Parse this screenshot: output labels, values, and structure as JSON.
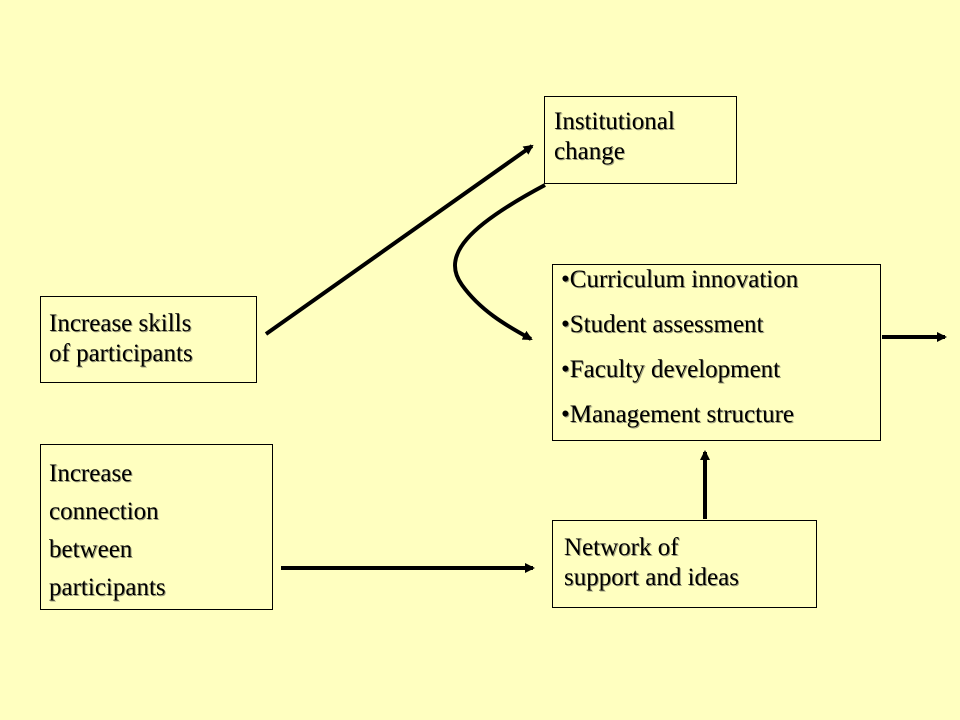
{
  "diagram": {
    "nodes": {
      "skills": {
        "label": "Increase skills\nof participants"
      },
      "connection": {
        "label": "Increase\nconnection\nbetween\nparticipants"
      },
      "institutional": {
        "label": "Institutional\nchange"
      },
      "network": {
        "label": "Network of\nsupport and ideas"
      },
      "outcomes": {
        "bullet": "•",
        "items": [
          "Curriculum innovation",
          "Student assessment",
          "Faculty development",
          "Management  structure"
        ]
      }
    },
    "edges": [
      {
        "from": "skills",
        "to": "institutional"
      },
      {
        "from": "institutional",
        "to": "outcomes"
      },
      {
        "from": "connection",
        "to": "network"
      },
      {
        "from": "network",
        "to": "outcomes"
      },
      {
        "from": "outcomes",
        "to": ""
      }
    ],
    "colors": {
      "background": "#FFFFC0",
      "stroke": "#000000"
    }
  }
}
